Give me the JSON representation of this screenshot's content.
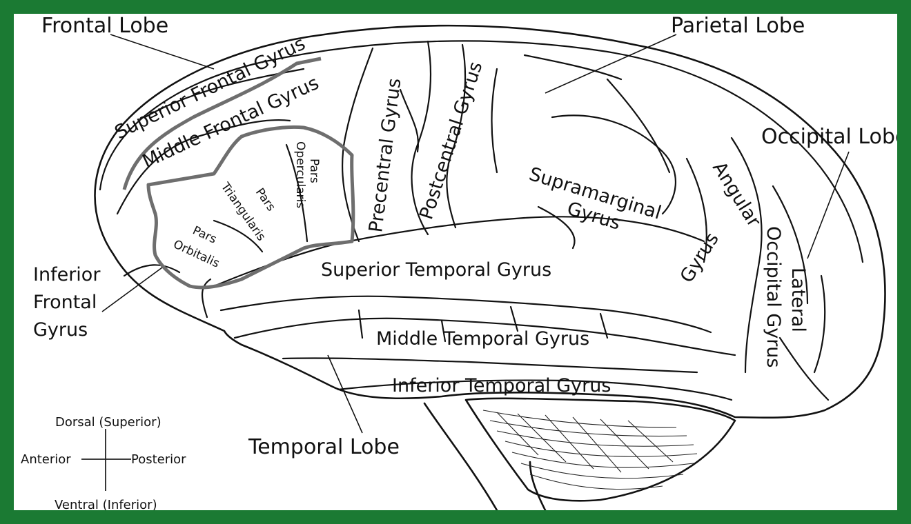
{
  "colors": {
    "border": "#1b7a33",
    "background": "#ffffff",
    "ink": "#111111",
    "highlight_outline": "#6e6e6e"
  },
  "labels": {
    "frontal_lobe": "Frontal Lobe",
    "parietal_lobe": "Parietal Lobe",
    "occipital_lobe": "Occipital Lobe",
    "temporal_lobe": "Temporal Lobe",
    "superior_frontal_gyrus": "Superior Frontal Gyrus",
    "middle_frontal_gyrus": "Middle Frontal Gyrus",
    "inferior_frontal_gyrus": [
      "Inferior",
      "Frontal",
      "Gyrus"
    ],
    "pars_opercularis": [
      "Pars",
      "Opercularis"
    ],
    "pars_triangularis": [
      "Pars",
      "Triangularis"
    ],
    "pars_orbitalis": [
      "Pars",
      "Orbitalis"
    ],
    "precentral_gyrus": "Precentral Gyrus",
    "postcentral_gyrus": "Postcentral Gyrus",
    "supramarginal_gyrus": [
      "Supramarginal",
      "Gyrus"
    ],
    "angular_gyrus": [
      "Angular",
      "Gyrus"
    ],
    "lateral_occipital_gyrus": [
      "Lateral",
      "Occipital Gyrus"
    ],
    "superior_temporal_gyrus": "Superior Temporal Gyrus",
    "middle_temporal_gyrus": "Middle Temporal Gyrus",
    "inferior_temporal_gyrus": "Inferior Temporal Gyrus"
  },
  "orientation": {
    "dorsal": "Dorsal (Superior)",
    "ventral": "Ventral (Inferior)",
    "anterior": "Anterior",
    "posterior": "Posterior"
  }
}
